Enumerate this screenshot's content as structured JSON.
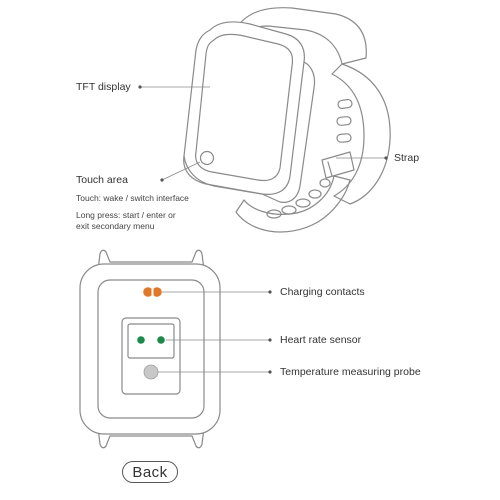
{
  "colors": {
    "line": "#8a8a8a",
    "dark_line": "#555555",
    "text": "#333333",
    "charging_contacts": "#e0782a",
    "heart_rate_leds": "#1e8a4a",
    "temperature_probe": "#c8c8c8"
  },
  "front_view": {
    "labels": {
      "tft_display": "TFT display",
      "touch_area": "Touch area",
      "touch_desc": "Touch: wake / switch interface",
      "long_press_line1": "Long press: start / enter or",
      "long_press_line2": "exit secondary menu",
      "strap": "Strap"
    }
  },
  "back_view": {
    "labels": {
      "charging_contacts": "Charging contacts",
      "heart_rate_sensor": "Heart rate sensor",
      "temperature_probe": "Temperature measuring probe"
    }
  },
  "back_button": {
    "label": "Back"
  }
}
